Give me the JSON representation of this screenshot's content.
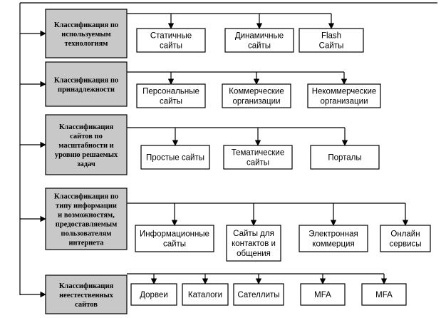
{
  "categories": [
    {
      "lines": [
        "Классификация по",
        "используемым",
        "технологиям"
      ],
      "leaves": [
        [
          "Статичные",
          "сайты"
        ],
        [
          "Динамичные",
          "сайты"
        ],
        [
          "Flash",
          "Сайты"
        ]
      ]
    },
    {
      "lines": [
        "Классификация по",
        "принадлежности"
      ],
      "leaves": [
        [
          "Персональные",
          "сайты"
        ],
        [
          "Коммерческие",
          "организации"
        ],
        [
          "Некоммерческие",
          "организации"
        ]
      ]
    },
    {
      "lines": [
        "Классификация",
        "сайтов по",
        "масштабности и",
        "уровню решаемых",
        "задач"
      ],
      "leaves": [
        [
          "Простые сайты"
        ],
        [
          "Тематические",
          "сайты"
        ],
        [
          "Порталы"
        ]
      ]
    },
    {
      "lines": [
        "Классификация по",
        "типу информации",
        "и возможностям,",
        "предоставляемым",
        "пользователям",
        "интернета"
      ],
      "leaves": [
        [
          "Информационные",
          "сайты"
        ],
        [
          "Сайты для",
          "контактов и",
          "общения"
        ],
        [
          "Электронная",
          "коммерция"
        ],
        [
          "Онлайн",
          "сервисы"
        ]
      ]
    },
    {
      "lines": [
        "Классификация",
        "неестественных",
        "сайтов"
      ],
      "leaves": [
        [
          "Дорвеи"
        ],
        [
          "Каталоги"
        ],
        [
          "Сателлиты"
        ],
        [
          "MFA"
        ],
        [
          "MFA"
        ]
      ]
    }
  ]
}
